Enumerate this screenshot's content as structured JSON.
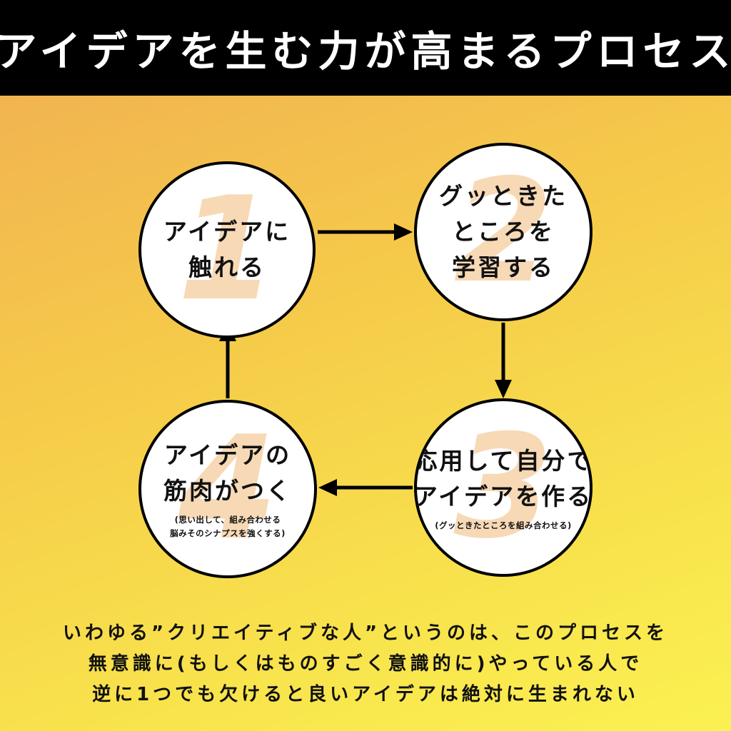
{
  "header": {
    "title": "アイデアを生む力が高まるプロセス"
  },
  "steps": [
    {
      "number": "1",
      "lines": [
        "アイデアに",
        "触れる"
      ],
      "notes": []
    },
    {
      "number": "2",
      "lines": [
        "グッときた",
        "ところを",
        "学習する"
      ],
      "notes": []
    },
    {
      "number": "3",
      "lines": [
        "応用して自分で",
        "アイデアを作る"
      ],
      "notes": [
        "(グッときたところを組み合わせる)"
      ]
    },
    {
      "number": "4",
      "lines": [
        "アイデアの",
        "筋肉がつく"
      ],
      "notes": [
        "(思い出して、組み合わせる",
        "脳みそのシナプスを強くする)"
      ]
    }
  ],
  "caption": {
    "lines": [
      "いわゆる”クリエイティブな人”というのは、このプロセスを",
      "無意識に(もしくはものすごく意識的に)やっている人で",
      "逆に1つでも欠けると良いアイデアは絶対に生まれない"
    ]
  },
  "colors": {
    "header_bg": "#000000",
    "number_fill": "#f7d9b6",
    "gradient_top": "#f1ad53",
    "gradient_bottom": "#fbf152"
  }
}
